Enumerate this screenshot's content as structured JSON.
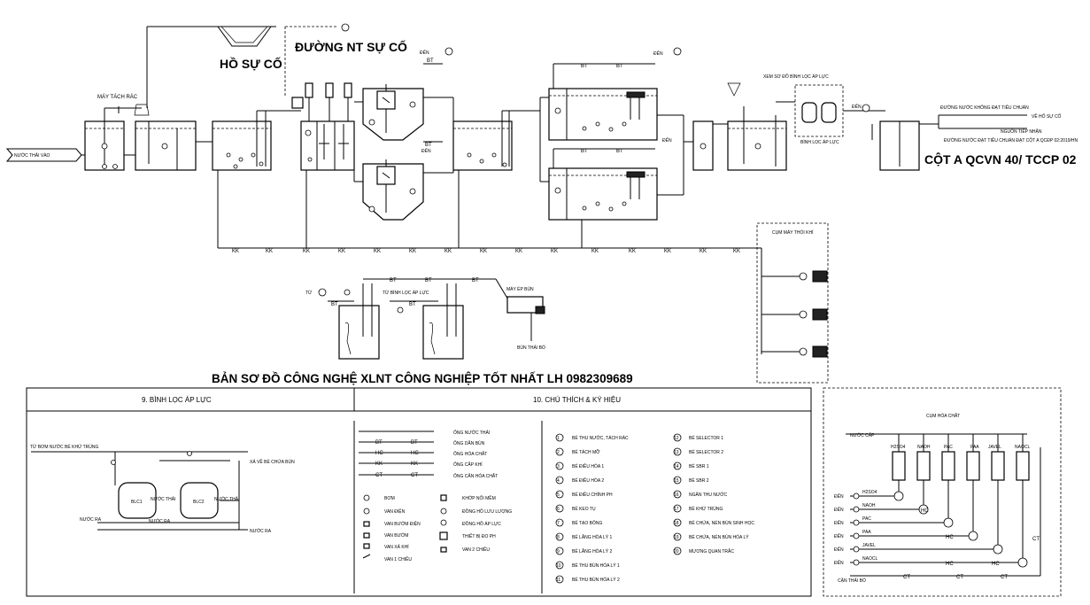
{
  "labels": {
    "emergency_pond": "HỒ SỰ CỐ",
    "emergency_line": "ĐƯỜNG NT SỰ CỐ",
    "inlet": "NƯỚC THẢI VÀO",
    "screen_machine": "MÁY TÁCH RÁC",
    "see_filter": "XEM SƠ ĐỒ BÌNH LỌC ÁP LỰC",
    "pressure_filter": "BÌNH LỌC ÁP LỰC",
    "to_sump": "VỀ HỐ SỰ CỐ",
    "receiving": "NGUỒN TIẾP NHẬN",
    "fail_std": "ĐƯỜNG NƯỚC KHÔNG ĐẠT TIÊU CHUẨN",
    "pass_std": "ĐƯỜNG NƯỚC ĐẠT TIÊU CHUẨN ĐẠT CỘT A QCĐP 02:2019/HN",
    "standard": "CỘT A QCVN 40/ TCCP 02",
    "blower_group": "CỤM MÁY THỔI KHÍ",
    "from_label": "TỪ",
    "from_filter": "TỪ BÌNH LỌC ÁP LỰC",
    "sludge_press": "MÁY ÉP BÙN",
    "sludge_out": "BÙN THẢI BỎ",
    "den": "ĐẾN",
    "bt": "BT",
    "kk": "KK",
    "hc": "HC",
    "ct": "CT",
    "main_title": "BẢN SƠ ĐỒ CÔNG NGHỆ XLNT CÔNG NGHIỆP TỐT NHẤT LH 0982309689"
  },
  "panel_filter": {
    "title": "9. BÌNH LỌC ÁP LỰC",
    "from_uv": "TỪ BƠM NƯỚC BỂ KHỬ TRÙNG",
    "to_sludge": "XẢ VỀ BỂ CHỨA BÙN",
    "wastewater": "NƯỚC THẢI",
    "outlet": "NƯỚC RA",
    "blc1": "BLC1",
    "blc2": "BLC2"
  },
  "panel_legend": {
    "title": "10. CHÚ THÍCH & KÝ HIỆU",
    "lines": [
      "ỐNG NƯỚC THẢI",
      "ỐNG DẪN BÙN",
      "ỐNG HÓA CHẤT",
      "ỐNG CẤP KHÍ",
      "ỐNG CÂN HÓA CHẤT"
    ],
    "line_codes": [
      "",
      "BT",
      "HC",
      "KK",
      "CT"
    ],
    "symbols": [
      "BƠM",
      "VAN ĐIỆN",
      "VAN BƯỚM ĐIỆN",
      "VAN BƯỚM",
      "VAN XẢ KHÍ",
      "VAN 1 CHIỀU"
    ],
    "symbols2": [
      "KHỚP NỐI MỀM",
      "ĐỒNG HỒ LƯU LƯỢNG",
      "ĐỒNG HỒ ÁP LỰC",
      "THIẾT BỊ ĐO PH",
      "VAN 2 CHIỀU"
    ],
    "tanks_a": [
      {
        "n": "1",
        "name": "BỂ THU NƯỚC, TÁCH RÁC"
      },
      {
        "n": "2",
        "name": "BỂ TÁCH MỠ"
      },
      {
        "n": "3",
        "name": "BỂ ĐIỀU HÒA 1"
      },
      {
        "n": "4",
        "name": "BỂ ĐIỀU HÒA 2"
      },
      {
        "n": "5",
        "name": "BỂ ĐIỀU CHỈNH PH"
      },
      {
        "n": "6",
        "name": "BỂ KEO TỤ"
      },
      {
        "n": "7",
        "name": "BỂ TẠO BÔNG"
      },
      {
        "n": "8",
        "name": "BỂ LẮNG HÓA LÝ 1"
      },
      {
        "n": "9",
        "name": "BỂ LẮNG HÓA LÝ 2"
      },
      {
        "n": "10",
        "name": "BỂ THU BÙN HÓA LÝ 1"
      },
      {
        "n": "11",
        "name": "BỂ THU BÙN HÓA LÝ 2"
      }
    ],
    "tanks_b": [
      {
        "n": "12",
        "name": "BỂ SELECTOR 1"
      },
      {
        "n": "13",
        "name": "BỂ SELECTOR 2"
      },
      {
        "n": "14",
        "name": "BỂ SBR 1"
      },
      {
        "n": "15",
        "name": "BỂ SBR 2"
      },
      {
        "n": "16",
        "name": "NGĂN THU NƯỚC"
      },
      {
        "n": "17",
        "name": "BỂ KHỬ TRÙNG"
      },
      {
        "n": "18",
        "name": "BỂ CHỨA, NÉN BÙN SINH HỌC"
      },
      {
        "n": "19",
        "name": "BỂ CHỨA, NÉN BÙN HÓA LÝ"
      },
      {
        "n": "20",
        "name": "MƯƠNG QUAN TRẮC"
      }
    ]
  },
  "panel_chem": {
    "title": "CỤM HÓA CHẤT",
    "water_supply": "NƯỚC CẤP",
    "chemicals": [
      "H2SO4",
      "NAOH",
      "PAC",
      "PAA",
      "JAVEL",
      "NAOCL"
    ],
    "den": "ĐẾN",
    "waste": "CẶN THẢI BỎ"
  }
}
